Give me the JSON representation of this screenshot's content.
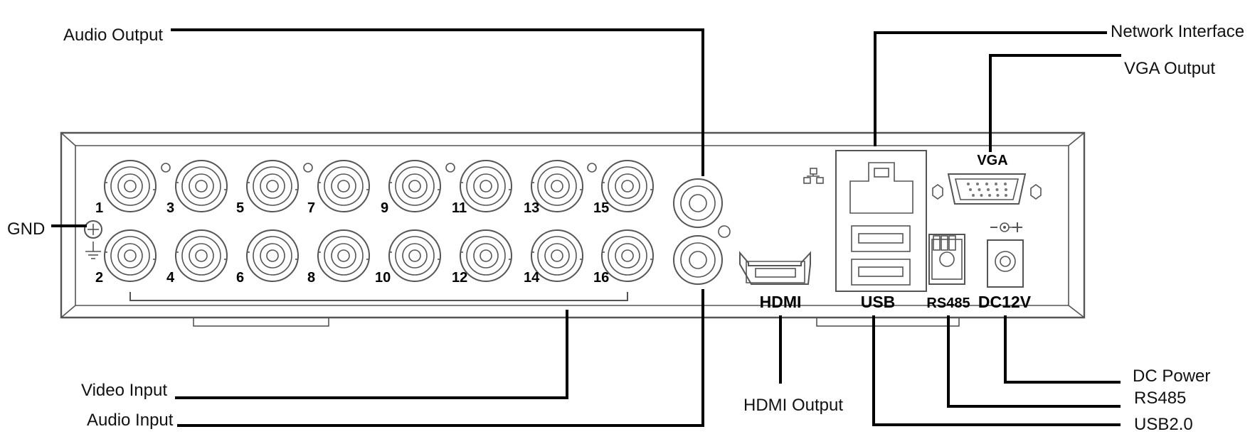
{
  "callouts": {
    "audio_output": "Audio Output",
    "gnd": "GND",
    "video_input": "Video Input",
    "audio_input": "Audio Input",
    "hdmi_output": "HDMI Output",
    "network_interface": "Network Interface",
    "vga_output": "VGA Output",
    "dc_power": "DC Power",
    "rs485": "RS485",
    "usb20": "USB2.0"
  },
  "panel_labels": {
    "vga": "VGA",
    "hdmi": "HDMI",
    "usb": "USB",
    "rs485": "RS485",
    "dc12v": "DC12V"
  },
  "bnc_numbers": [
    "1",
    "2",
    "3",
    "4",
    "5",
    "6",
    "7",
    "8",
    "9",
    "10",
    "11",
    "12",
    "13",
    "14",
    "15",
    "16"
  ],
  "icons": {
    "ground": "ground-symbol-icon",
    "network": "network-icon",
    "dc_polarity": "dc-polarity-icon"
  }
}
